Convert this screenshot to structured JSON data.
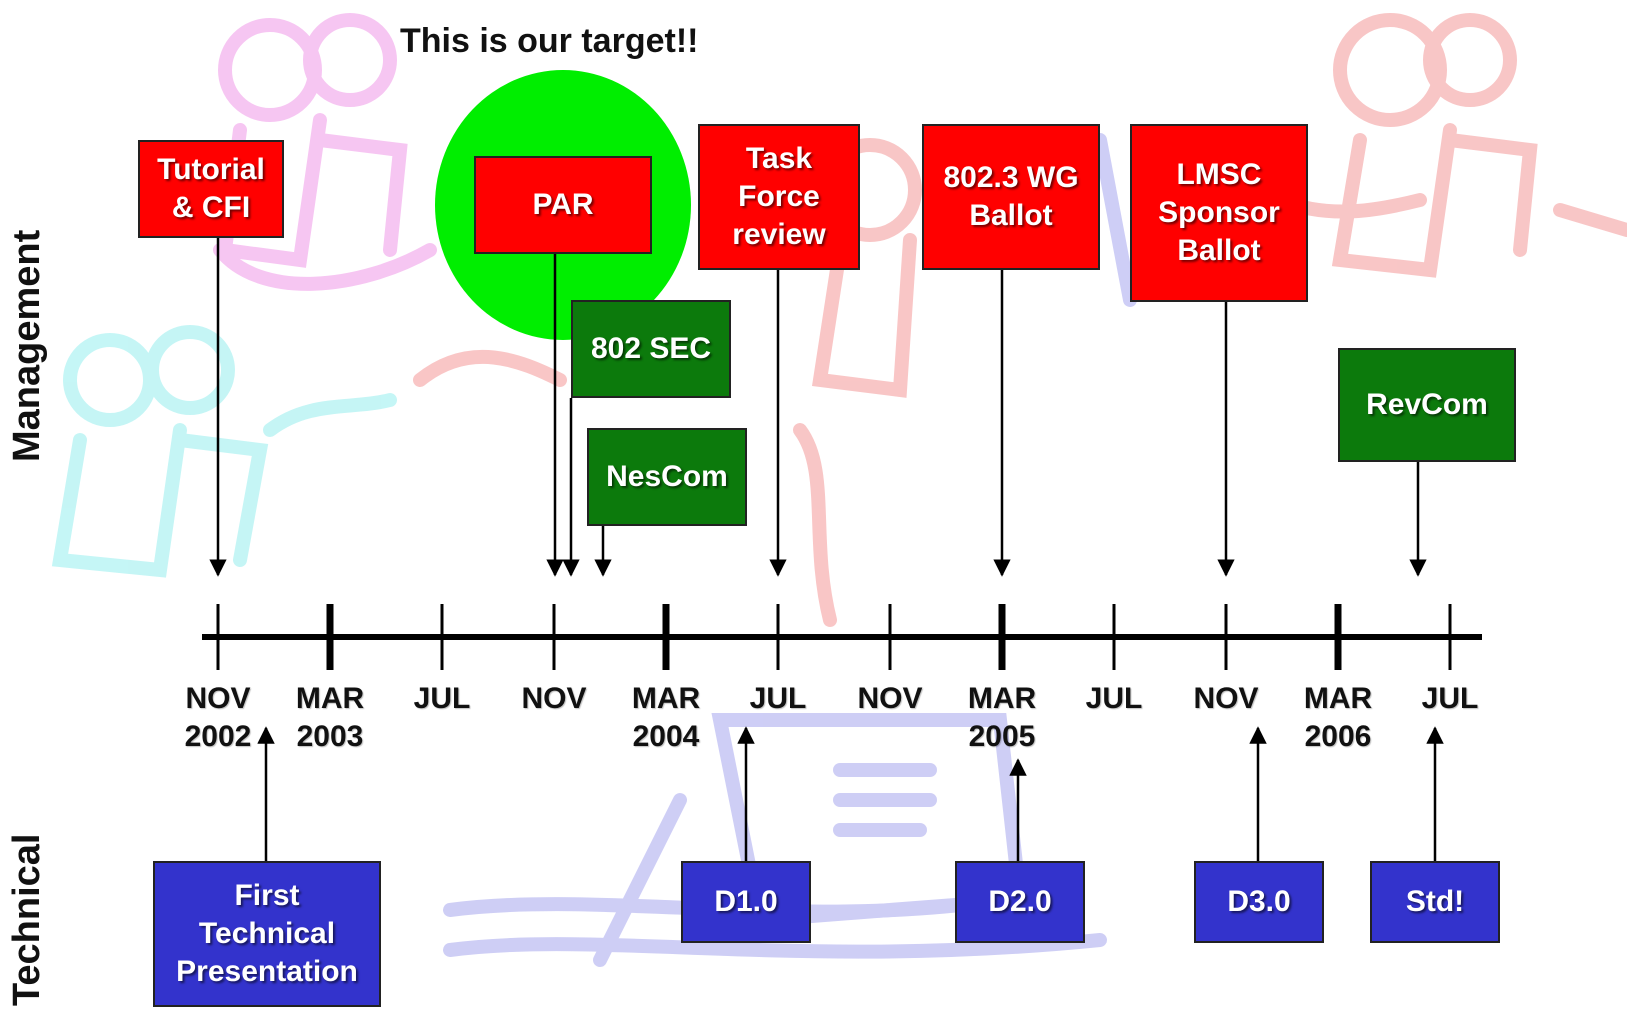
{
  "labels": {
    "management": "Management",
    "technical": "Technical",
    "target_note": "This is our target!!"
  },
  "timeline": {
    "ticks": [
      {
        "label": "NOV\n2002",
        "major": false
      },
      {
        "label": "MAR\n2003",
        "major": true
      },
      {
        "label": "JUL",
        "major": false
      },
      {
        "label": "NOV",
        "major": false
      },
      {
        "label": "MAR\n2004",
        "major": true
      },
      {
        "label": "JUL",
        "major": false
      },
      {
        "label": "NOV",
        "major": false
      },
      {
        "label": "MAR\n2005",
        "major": true
      },
      {
        "label": "JUL",
        "major": false
      },
      {
        "label": "NOV",
        "major": false
      },
      {
        "label": "MAR\n2006",
        "major": true
      },
      {
        "label": "JUL",
        "major": false
      }
    ]
  },
  "management_milestones": [
    {
      "label": "Tutorial\n& CFI",
      "color": "#ff0000"
    },
    {
      "label": "PAR",
      "color": "#ff0000"
    },
    {
      "label": "802 SEC",
      "color": "#0c7a0c"
    },
    {
      "label": "NesCom",
      "color": "#0c7a0c"
    },
    {
      "label": "Task\nForce\nreview",
      "color": "#ff0000"
    },
    {
      "label": "802.3 WG\nBallot",
      "color": "#ff0000"
    },
    {
      "label": "LMSC\nSponsor\nBallot",
      "color": "#ff0000"
    },
    {
      "label": "RevCom",
      "color": "#0c7a0c"
    }
  ],
  "technical_milestones": [
    {
      "label": "First\nTechnical\nPresentation",
      "color": "#3333cc"
    },
    {
      "label": "D1.0",
      "color": "#3333cc"
    },
    {
      "label": "D2.0",
      "color": "#3333cc"
    },
    {
      "label": "D3.0",
      "color": "#3333cc"
    },
    {
      "label": "Std!",
      "color": "#3333cc"
    }
  ],
  "colors": {
    "target_circle": "#00ee00",
    "background_art_pink": "#f5b8ef",
    "background_art_cyan": "#bff5f5",
    "background_art_red": "#f7b8b8",
    "background_art_blue": "#c9c9f5"
  }
}
